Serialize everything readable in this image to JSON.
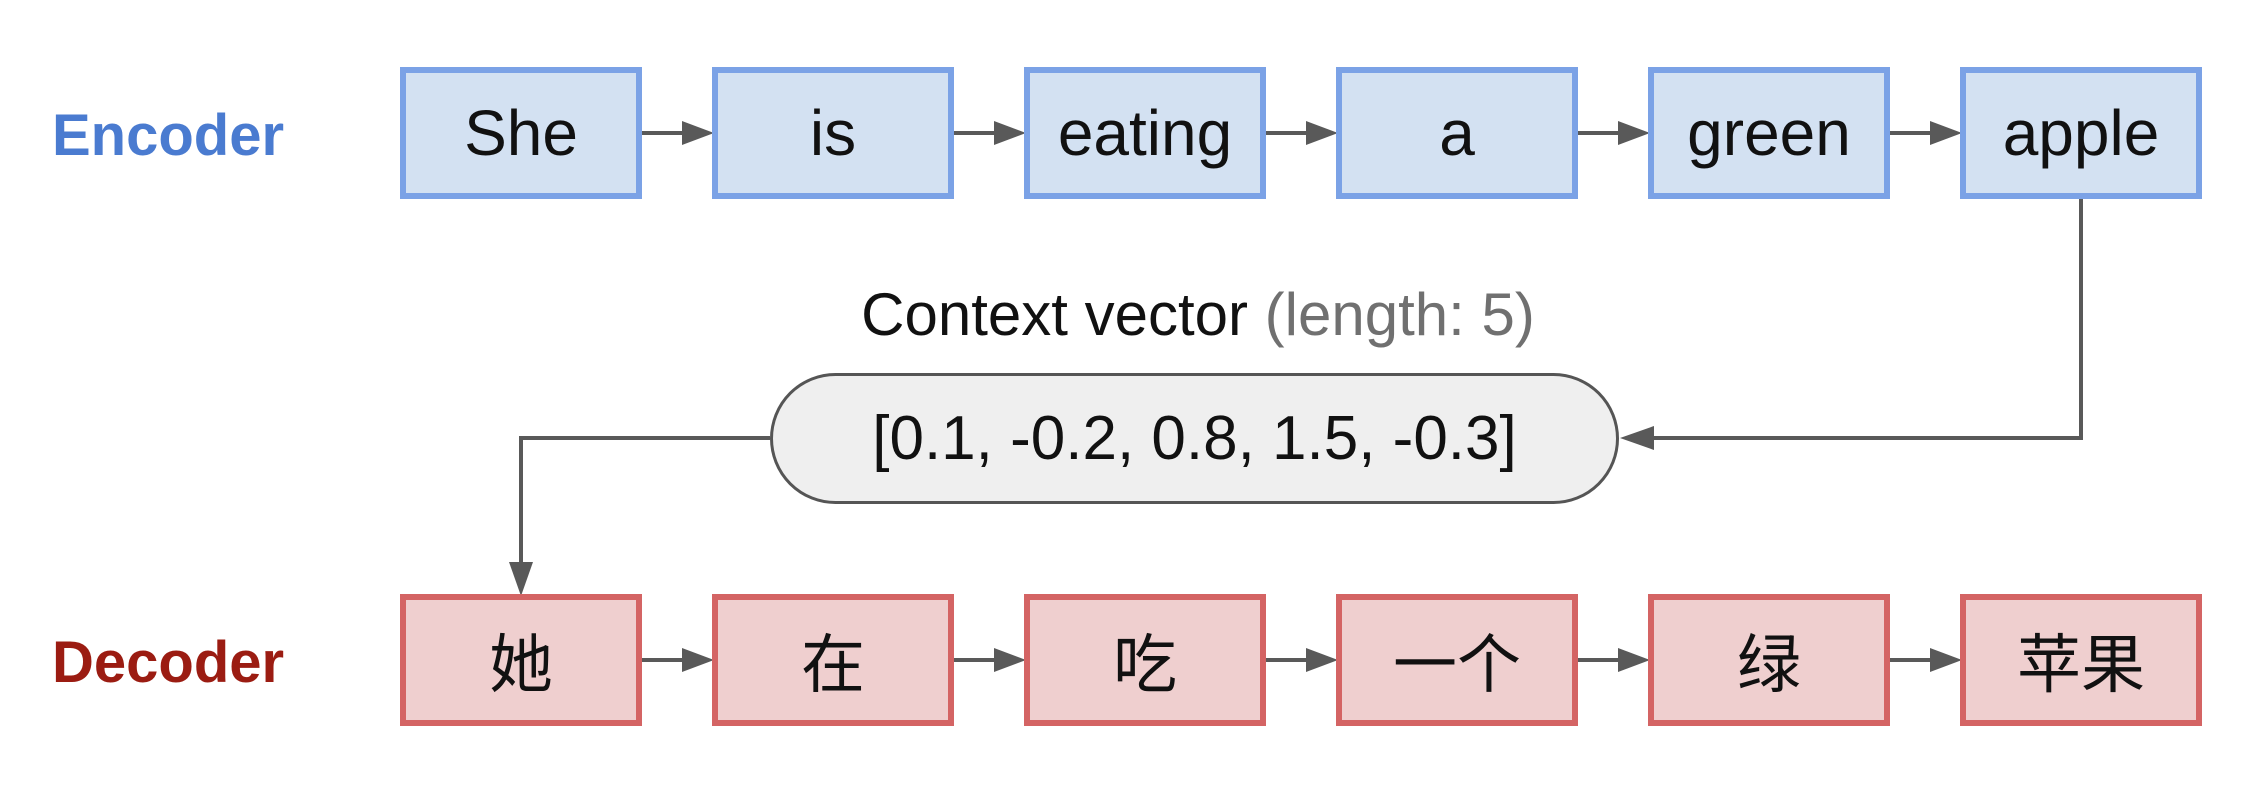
{
  "colors": {
    "encoder_label": "#4a7bd0",
    "encoder_fill": "#d3e1f2",
    "encoder_border": "#7ba2e6",
    "decoder_label": "#9b1c12",
    "decoder_fill": "#efcfcf",
    "decoder_border": "#d46464",
    "connector": "#595959",
    "context_fill": "#efefef"
  },
  "encoder": {
    "label": "Encoder",
    "tokens": [
      "She",
      "is",
      "eating",
      "a",
      "green",
      "apple"
    ]
  },
  "decoder": {
    "label": "Decoder",
    "tokens": [
      "她",
      "在",
      "吃",
      "一个",
      "绿",
      "苹果"
    ]
  },
  "context": {
    "title": "Context vector",
    "note": "(length: 5)",
    "vector": "[0.1, -0.2, 0.8, 1.5, -0.3]"
  }
}
